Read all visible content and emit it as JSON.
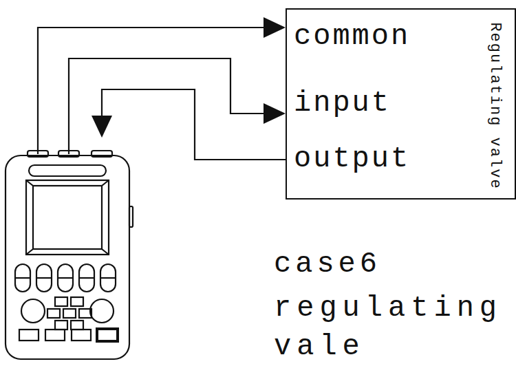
{
  "diagram": {
    "nodes": [
      {
        "text": [
          "Regulating valve",
          "common",
          "input",
          "output"
        ]
      }
    ],
    "labels": [
      "case6",
      "regulating vale"
    ]
  }
}
